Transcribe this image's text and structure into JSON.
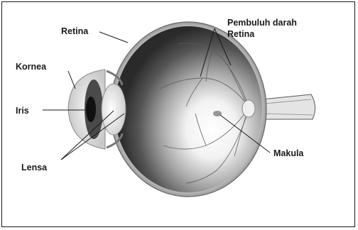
{
  "labels": {
    "retina": "Retina",
    "pembuluh_line1": "Pembuluh darah",
    "pembuluh_line2": "Retina",
    "kornea": "Kornea",
    "iris": "Iris",
    "lensa": "Lensa",
    "makula": "Makula"
  },
  "colors": {
    "outline": "#1a1a1a",
    "eyeball_dark": "#3a3a3a",
    "eyeball_light": "#f4f4f4"
  }
}
